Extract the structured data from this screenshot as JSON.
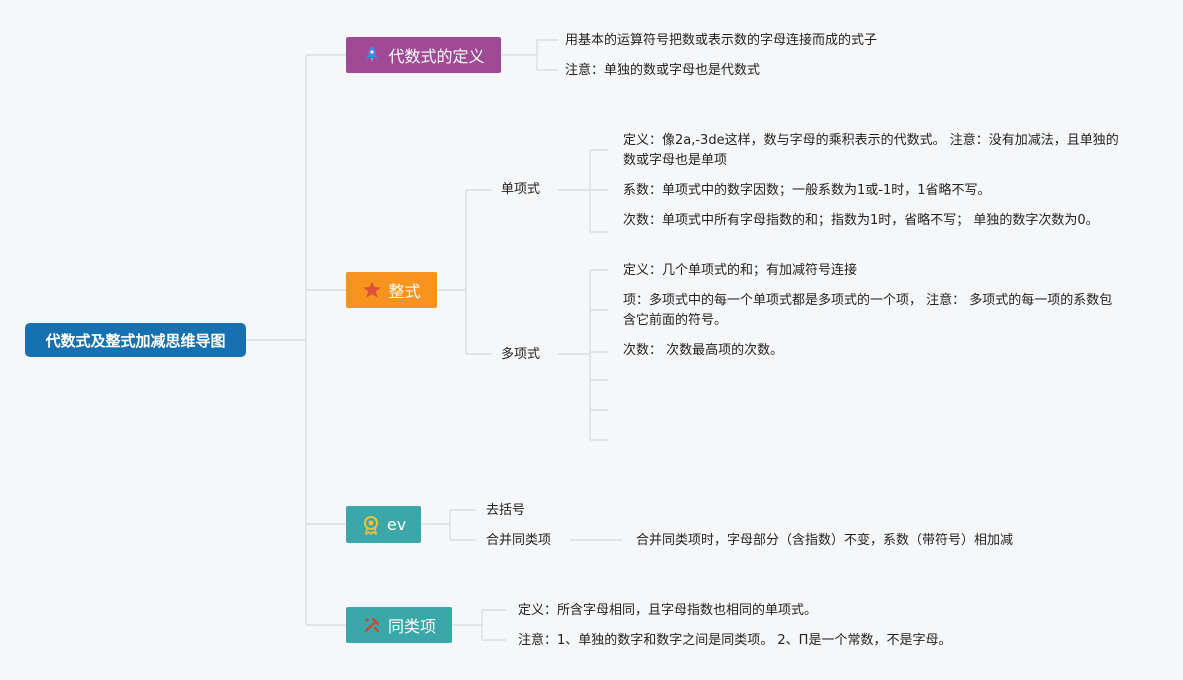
{
  "root": {
    "title": "代数式及整式加减思维导图"
  },
  "branches": [
    {
      "label": "代数式的定义",
      "icon": "rocket-icon",
      "items": [
        "用基本的运算符号把数或表示数的字母连接而成的式子",
        "注意：单独的数或字母也是代数式"
      ]
    },
    {
      "label": "整式",
      "icon": "star-icon",
      "subs": [
        {
          "label": "单项式",
          "items": [
            "定义：像2a,-3de这样，数与字母的乘积表示的代数式。 注意：没有加减法，且单独的数或字母也是单项",
            "系数：单项式中的数字因数；一般系数为1或-1时，1省略不写。",
            "次数：单项式中所有字母指数的和；指数为1时，省略不写； 单独的数字次数为0。"
          ]
        },
        {
          "label": "多项式",
          "items": [
            "定义：几个单项式的和；有加减符号连接",
            "项：多项式中的每一个单项式都是多项式的一个项， 注意： 多项式的每一项的系数包含它前面的符号。",
            "次数： 次数最高项的次数。"
          ]
        }
      ]
    },
    {
      "label": "ev",
      "icon": "award-icon",
      "items": [
        "去括号",
        "合并同类项"
      ],
      "detail": "合并同类项时，字母部分（含指数）不变，系数（带符号）相加减"
    },
    {
      "label": "同类项",
      "icon": "tools-icon",
      "items": [
        "定义：所含字母相同，且字母指数也相同的单项式。",
        "注意：1、单独的数字和数字之间是同类项。 2、Π是一个常数，不是字母。"
      ]
    }
  ],
  "colors": {
    "root": "#1770b0",
    "branch1": "#a04a96",
    "branch2": "#f7931e",
    "branch3": "#3aa8a8",
    "branch4": "#3aa8a8",
    "lines": "#d6d9de"
  }
}
